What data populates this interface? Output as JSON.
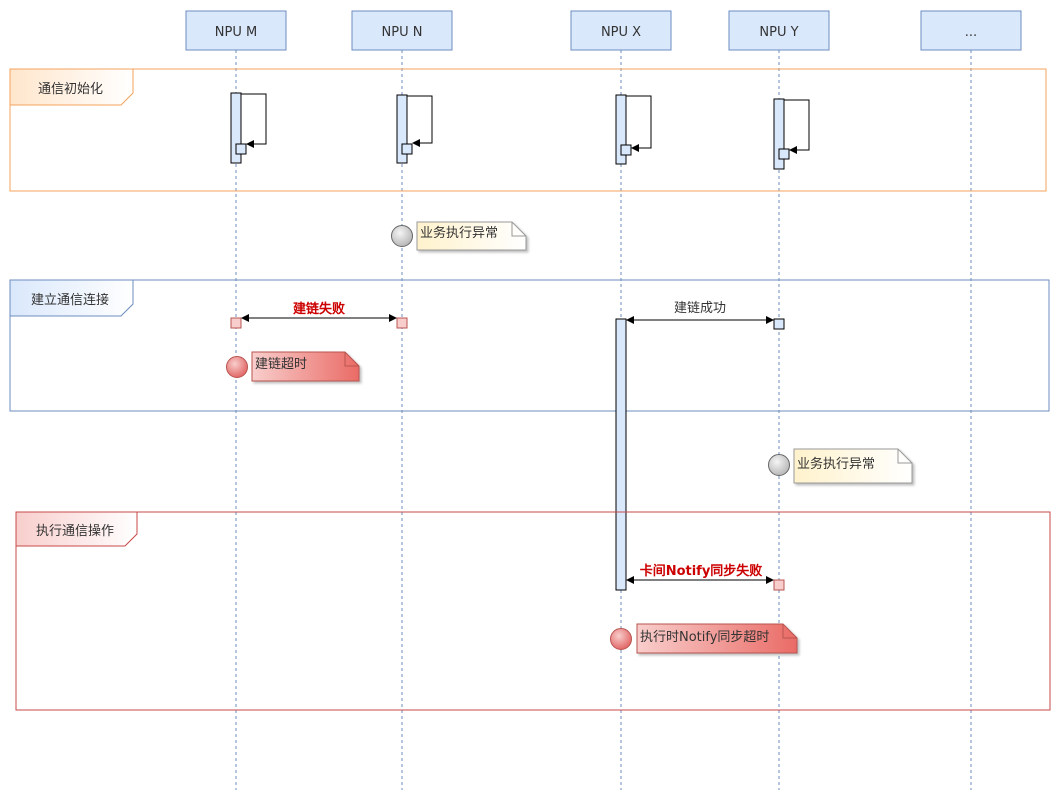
{
  "participants": [
    {
      "id": "m",
      "label": "NPU M"
    },
    {
      "id": "n",
      "label": "NPU N"
    },
    {
      "id": "x",
      "label": "NPU X"
    },
    {
      "id": "y",
      "label": "NPU Y"
    },
    {
      "id": "more",
      "label": "..."
    }
  ],
  "frames": {
    "init": {
      "label": "通信初始化",
      "color": "#f5a35c"
    },
    "connect": {
      "label": "建立通信连接",
      "color": "#6c8ebf"
    },
    "execute": {
      "label": "执行通信操作",
      "color": "#c84a4a"
    }
  },
  "messages": {
    "link_fail": "建链失败",
    "link_success": "建链成功",
    "notify_fail": "卡间Notify同步失败"
  },
  "notes": {
    "biz_exception_n": "业务执行异常",
    "link_timeout": "建链超时",
    "biz_exception_y": "业务执行异常",
    "notify_timeout": "执行时Notify同步超时"
  },
  "colors": {
    "participant_fill": "#dae8fc",
    "participant_stroke": "#6c8ebf",
    "error": "#cc0000"
  }
}
